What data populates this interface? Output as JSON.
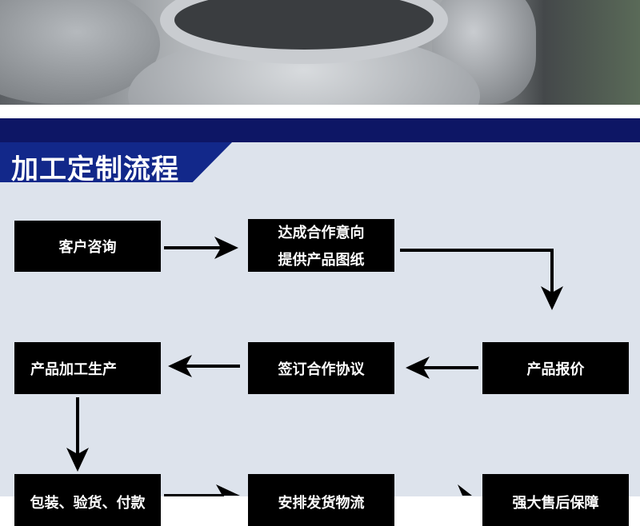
{
  "section_title": "加工定制流程",
  "steps": [
    {
      "lines": [
        "客户咨询"
      ]
    },
    {
      "lines": [
        "达成合作意向",
        "提供产品图纸"
      ]
    },
    {
      "lines": [
        "产品报价"
      ]
    },
    {
      "lines": [
        "签订合作协议"
      ]
    },
    {
      "lines": [
        "产品加工生产"
      ]
    },
    {
      "lines": [
        "包装、验货、付款"
      ]
    },
    {
      "lines": [
        "安排发货物流"
      ]
    },
    {
      "lines": [
        "强大售后保障"
      ]
    }
  ]
}
